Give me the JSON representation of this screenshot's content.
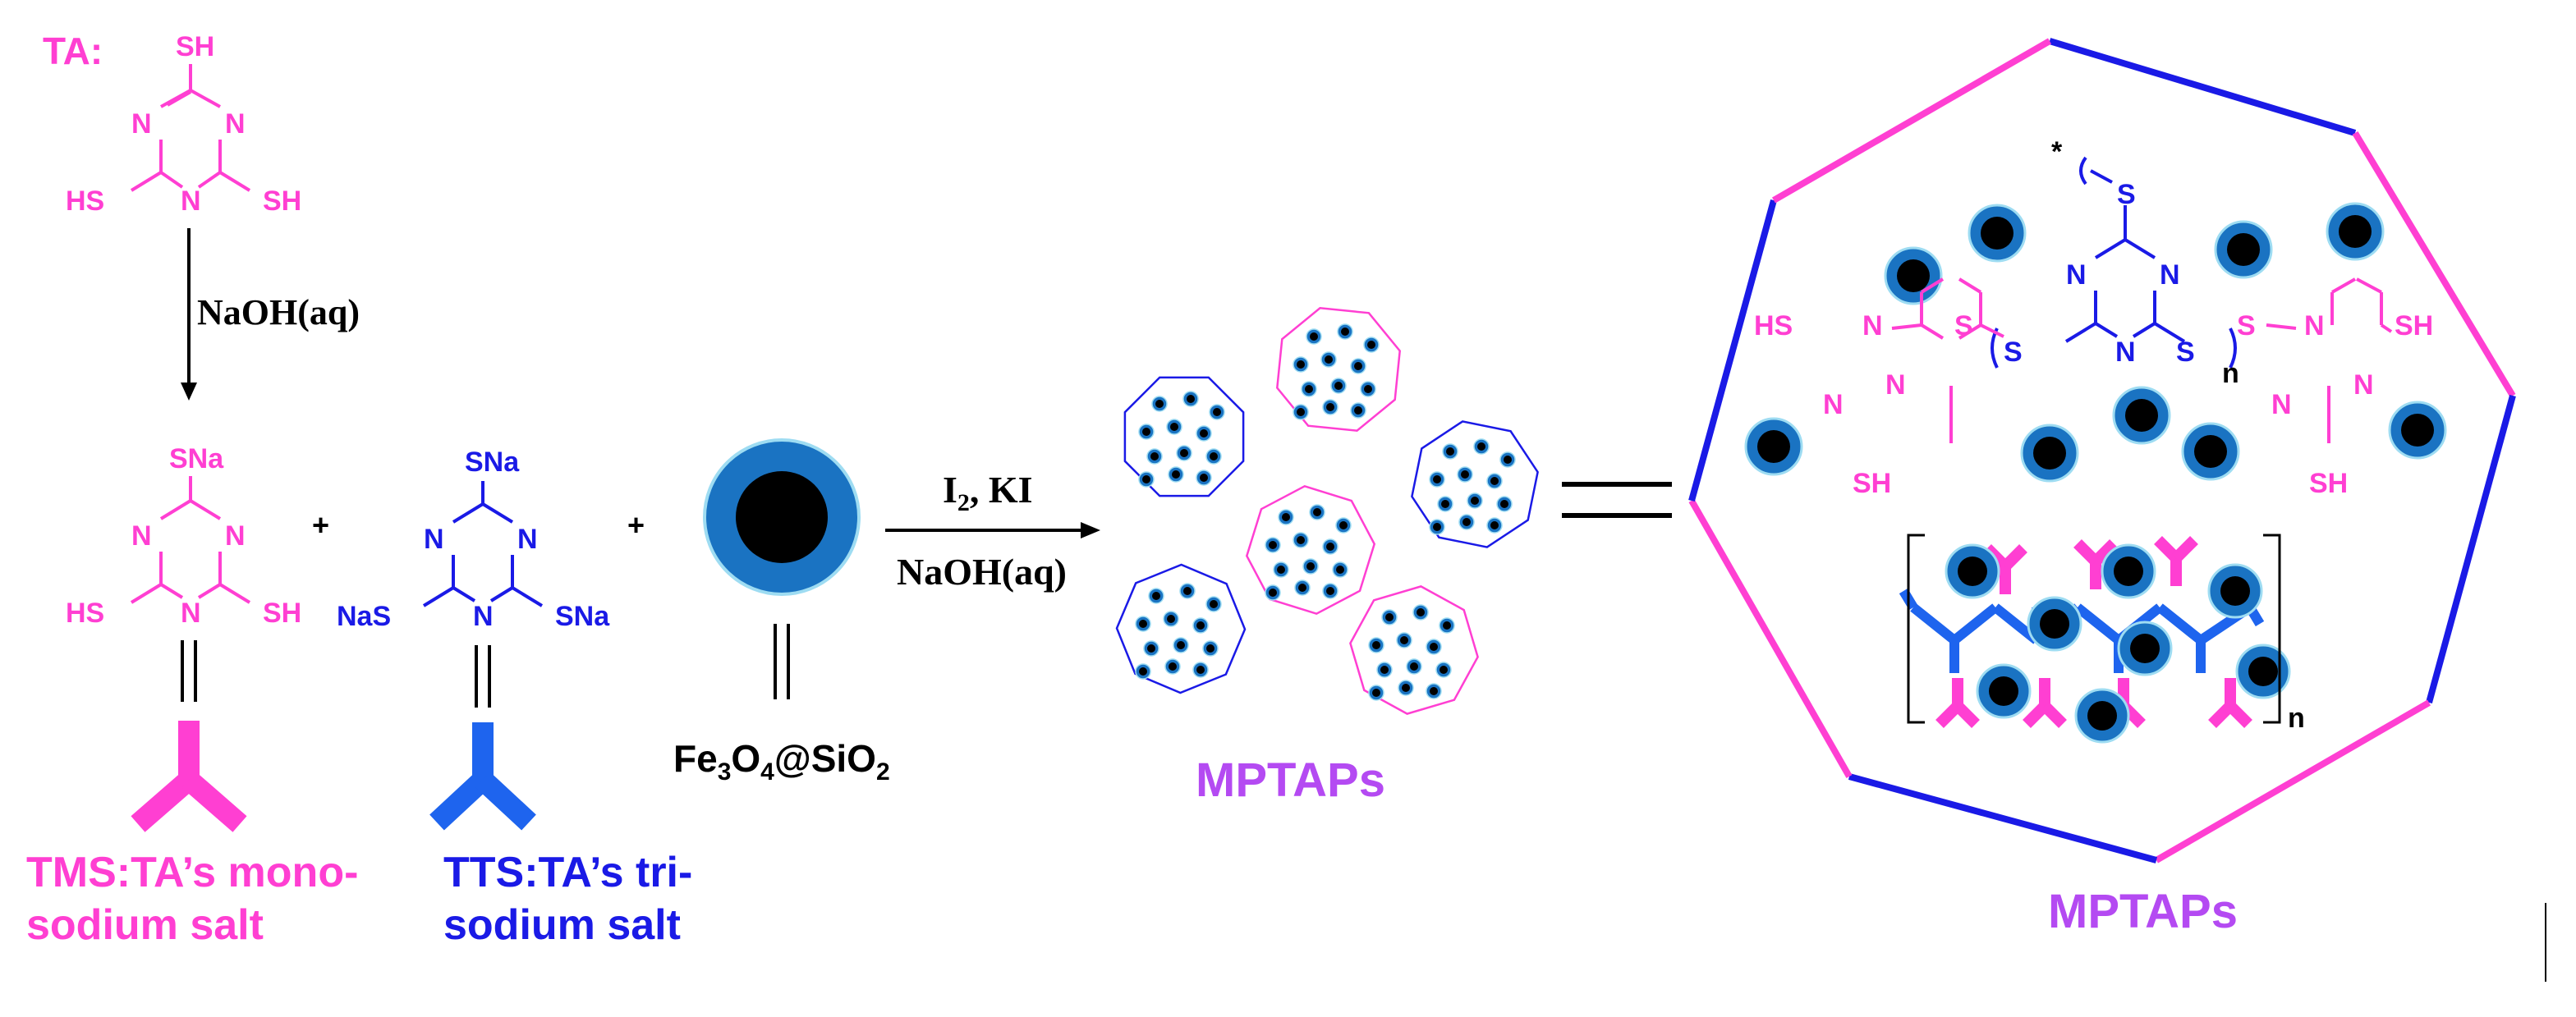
{
  "colors": {
    "magenta": "#ff3fd2",
    "blue": "#1a1ae6",
    "royal": "#1e64ee",
    "purple": "#b44af2",
    "core": "#000000",
    "shell": "#1a73c2",
    "shell_edge": "#9edcf2"
  },
  "ta": {
    "label": "TA:",
    "sh_top": "SH",
    "sh_left": "HS",
    "sh_right": "SH",
    "n": "N"
  },
  "step1": {
    "reagent": "NaOH(aq)"
  },
  "tms": {
    "sna": "SNa",
    "hs": "HS",
    "sh": "SH",
    "n": "N",
    "line1": "TMS:TA’s mono-",
    "line2": "sodium salt"
  },
  "tts": {
    "sna_top": "SNa",
    "sna_left": "NaS",
    "sna_right": "SNa",
    "n": "N",
    "line1": "TTS:TA’s tri-",
    "line2": "sodium salt"
  },
  "plus": "+",
  "nanoparticle": {
    "label_main": "Fe",
    "sub1": "3",
    "label_mid": "O",
    "sub2": "4",
    "label_tail": "@SiO",
    "sub3": "2"
  },
  "step2": {
    "reagent_top_main": "I",
    "reagent_top_sub": "2",
    "reagent_top_tail": ", KI",
    "reagent_bottom": "NaOH(aq)"
  },
  "product_small_label": "MPTAPs",
  "product_large_label": "MPTAPs",
  "polymer": {
    "star": "*",
    "s": "S",
    "n_sub": "n",
    "hs": "HS",
    "sh": "SH",
    "n": "N"
  }
}
